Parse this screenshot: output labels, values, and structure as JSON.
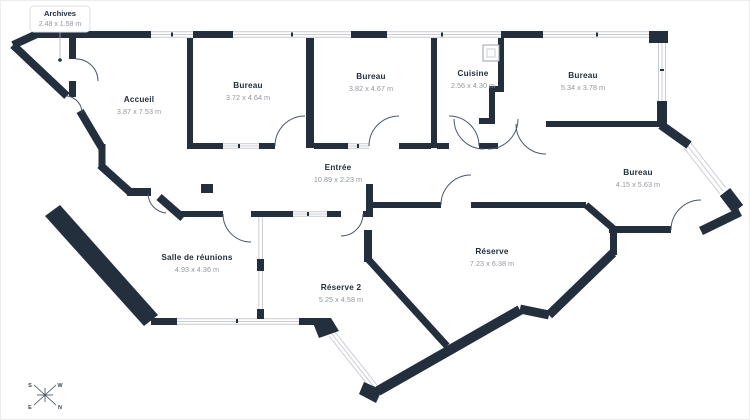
{
  "plan": {
    "card": {
      "name": "Archives",
      "dims": "2.48 x 1.58 m"
    },
    "rooms": [
      {
        "id": "accueil",
        "name": "Accueil",
        "dims": "3.87 x 7.53 m"
      },
      {
        "id": "bureau-1",
        "name": "Bureau",
        "dims": "3.72 x 4.64 m"
      },
      {
        "id": "bureau-2",
        "name": "Bureau",
        "dims": "3.82 x 4.67 m"
      },
      {
        "id": "cuisine",
        "name": "Cuisine",
        "dims": "2.56 x 4.30 m"
      },
      {
        "id": "bureau-3",
        "name": "Bureau",
        "dims": "5.34 x 3.78 m"
      },
      {
        "id": "entree",
        "name": "Entrée",
        "dims": "10.89 x 2.23 m"
      },
      {
        "id": "bureau-4",
        "name": "Bureau",
        "dims": "4.15 x 5.63 m"
      },
      {
        "id": "salle-de-reunions",
        "name": "Salle de réunions",
        "dims": "4.93 x 4.36 m"
      },
      {
        "id": "reserve-2",
        "name": "Réserve 2",
        "dims": "5.25 x 4.58 m"
      },
      {
        "id": "reserve",
        "name": "Réserve",
        "dims": "7.23 x 6.38 m"
      }
    ],
    "compass": {
      "s": "S",
      "w": "W",
      "e": "E",
      "n": "N"
    },
    "colors": {
      "wall": "#242f3e",
      "window_line": "#c9ccd2",
      "label_text": "#242f3e",
      "dim_text": "#9298a1"
    }
  }
}
